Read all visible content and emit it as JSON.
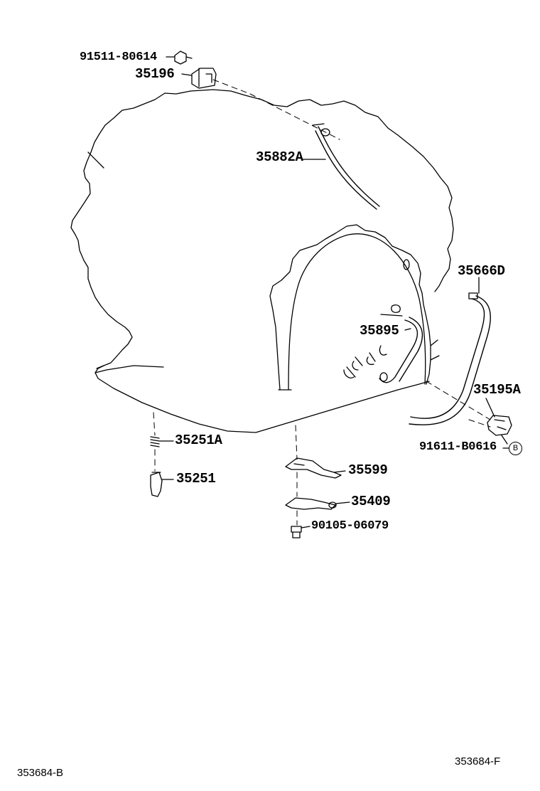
{
  "parts": {
    "bolt_top": "91511-80614",
    "bracket_top": "35196",
    "hose_upper": "35882A",
    "hose_outlet": "35666D",
    "hose_inlet": "35895",
    "bracket_right": "35195A",
    "bolt_right": "91611-B0616",
    "spring": "35251A",
    "pin": "35251",
    "plate_upper": "35599",
    "plate_lower": "35409",
    "bolt_bottom": "90105-06079"
  },
  "badge_letter": "B",
  "ref_left": "353684-B",
  "ref_right": "353684-F",
  "colors": {
    "ink": "#000000",
    "paper": "#ffffff"
  }
}
